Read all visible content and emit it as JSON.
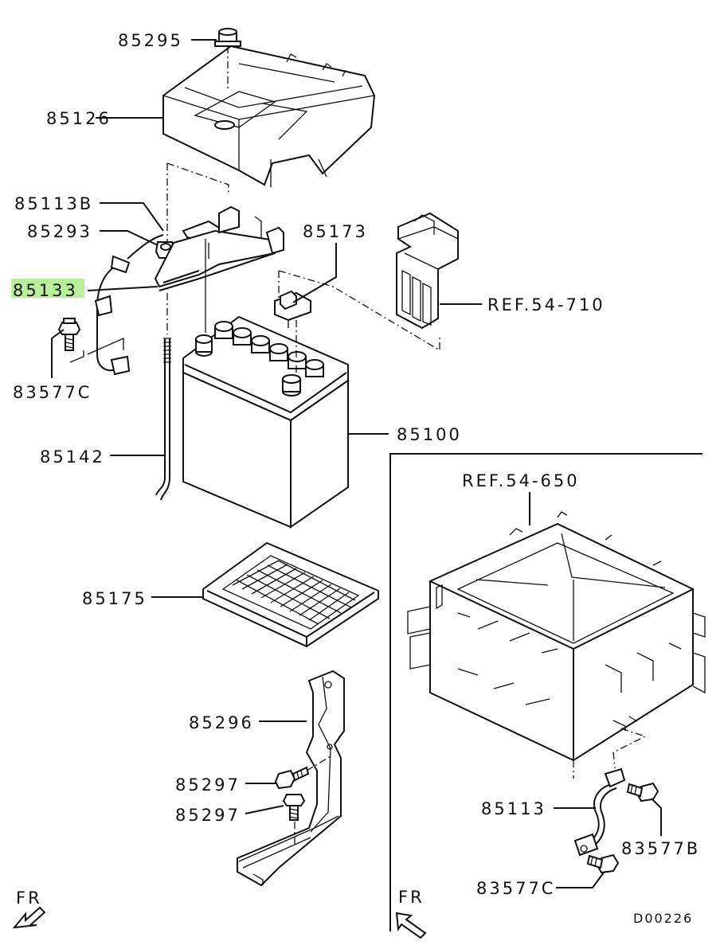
{
  "diagram": {
    "highlight_color": "#b8ef9a",
    "line_color": "#111111",
    "labels": {
      "p85295": "85295",
      "p85126": "85126",
      "p85113B": "85113B",
      "p85293": "85293",
      "p85133": "85133",
      "p83577C_left": "83577C",
      "p85173": "85173",
      "ref54710": "REF.54-710",
      "p85100": "85100",
      "p85142": "85142",
      "p85175": "85175",
      "ref54650": "REF.54-650",
      "p85296": "85296",
      "p85297_a": "85297",
      "p85297_b": "85297",
      "p85113": "85113",
      "p83577B": "83577B",
      "p83577C_right": "83577C",
      "fr_left": "FR",
      "fr_right": "FR",
      "drawing_code": "D00226"
    },
    "highlighted_part": "85133"
  }
}
